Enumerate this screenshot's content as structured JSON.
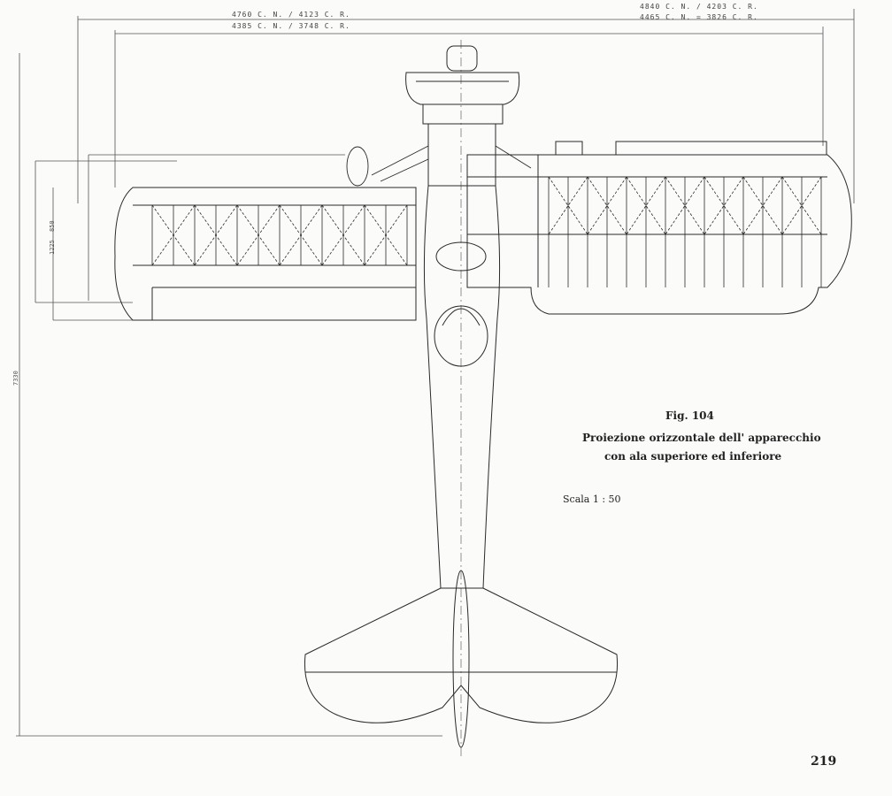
{
  "dimensions": {
    "top_left_1": "4760 C. N. / 4123 C. R.",
    "top_left_2": "4385 C. N. / 3748 C. R.",
    "top_right_1": "4840 C. N. / 4203 C. R.",
    "top_right_2": "4465 C. N. = 3826 C. R.",
    "left_total": "7330",
    "left_small_1": "850",
    "left_small_2": "1225"
  },
  "caption": {
    "fig_number": "Fig. 104",
    "line1": "Proiezione orizzontale dell' apparecchio",
    "line2": "con ala superiore ed inferiore",
    "scale": "Scala 1 : 50"
  },
  "page_number": "219"
}
